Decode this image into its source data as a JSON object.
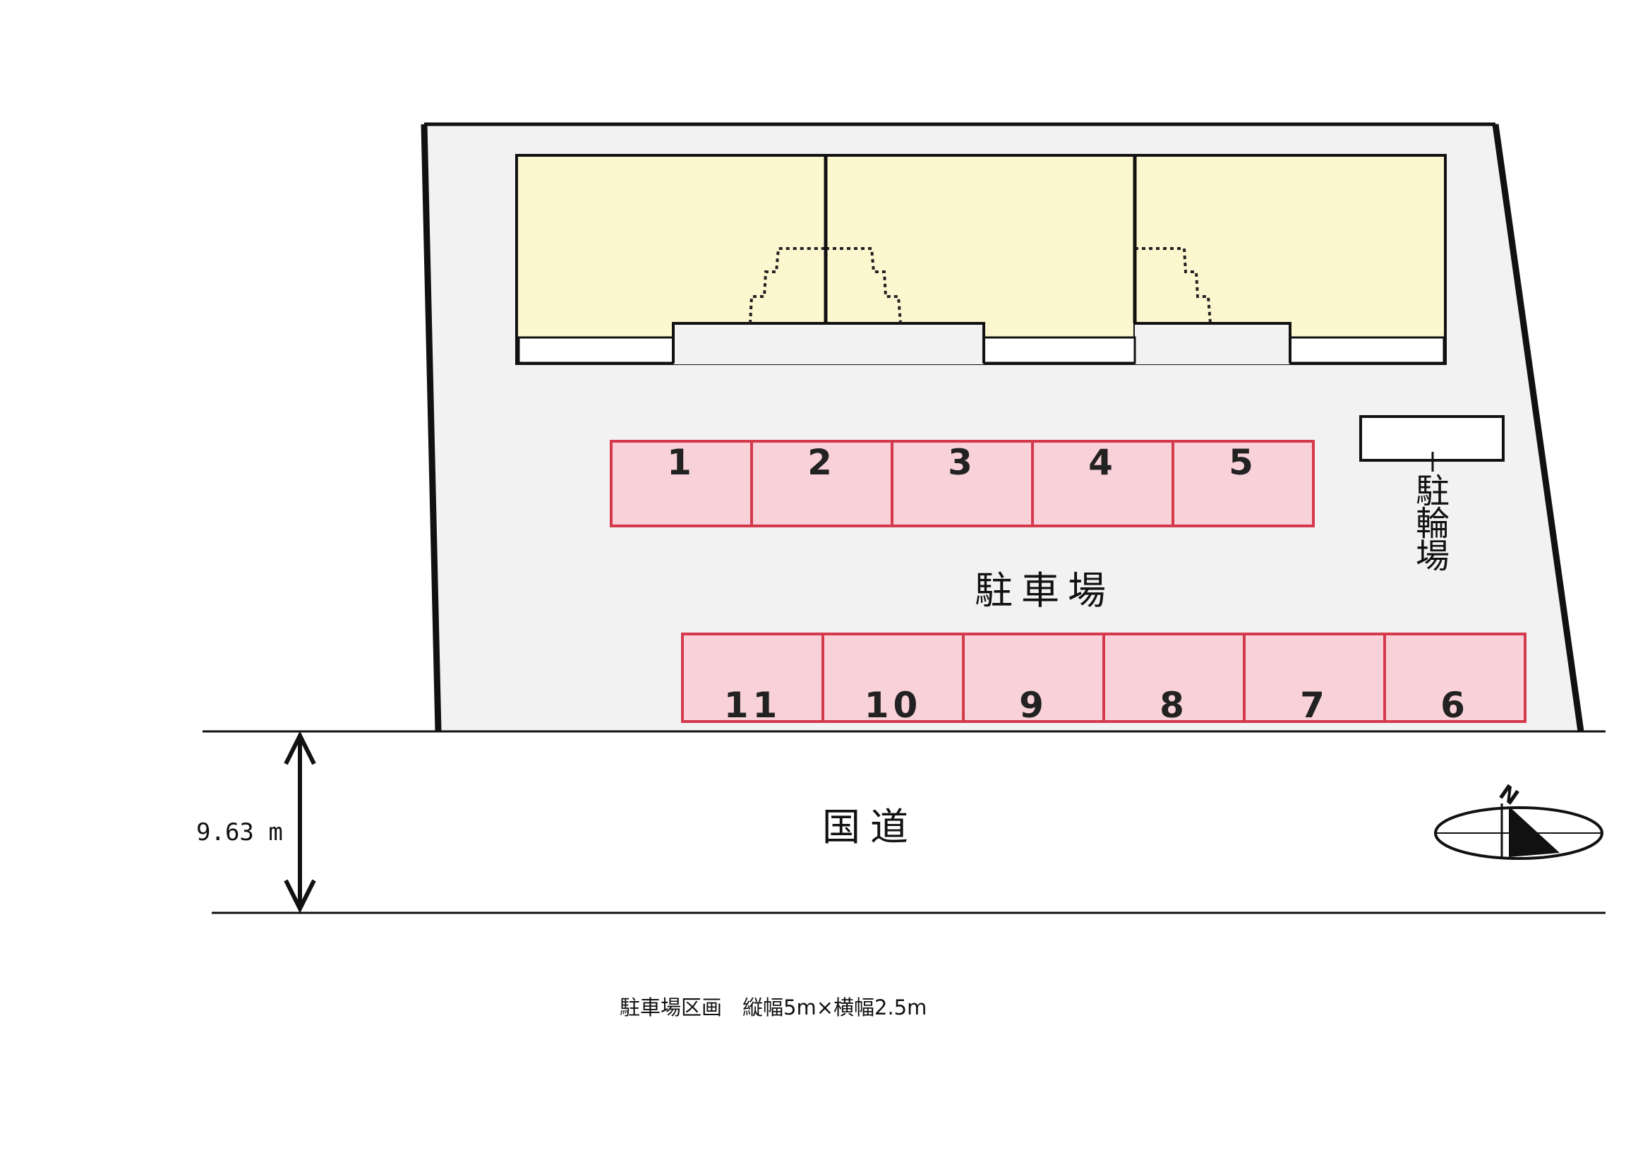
{
  "colors": {
    "lot_fill": "#f2f2f2",
    "building_fill": "#fdf7cf",
    "stall_fill": "#f9d1d9",
    "stall_stroke": "#d43a4c",
    "line": "#111111"
  },
  "parking_label": "駐車場",
  "bicycle_label": [
    "駐",
    "輪",
    "場"
  ],
  "road_label": "国道",
  "road_width": "9.63 m",
  "north_label": "N",
  "stalls_top": [
    "1",
    "2",
    "3",
    "4",
    "5"
  ],
  "stalls_bottom": [
    "11",
    "10",
    "9",
    "8",
    "7",
    "6"
  ],
  "note": "駐車場区画　縦幅5m×横幅2.5m",
  "icons": {
    "compass": "north-arrow-icon",
    "dimension": "double-arrow-icon"
  }
}
